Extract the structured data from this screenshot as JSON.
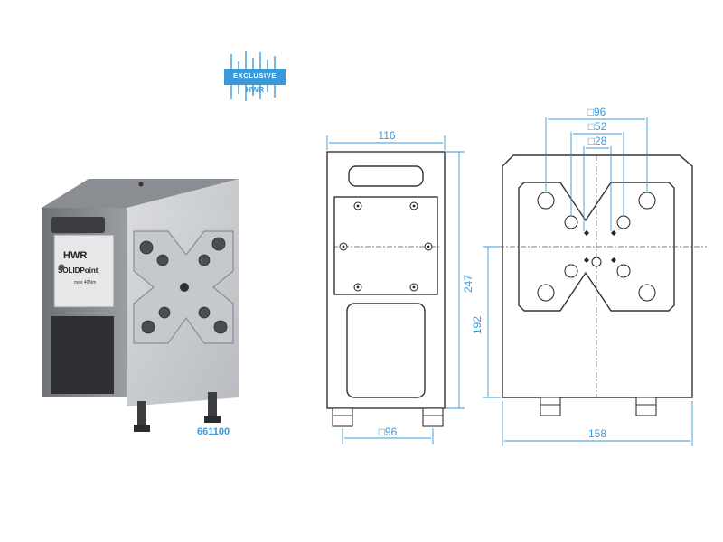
{
  "badge": {
    "line1": "EXCLUSIVE",
    "line2": "HWR",
    "color": "#3a9ad9"
  },
  "product": {
    "brand": "HWR",
    "product_line": "SOLIDPoint",
    "torque_note": "max 40Nm",
    "part_number": "661100"
  },
  "front_view": {
    "width_dim": "116",
    "height_dim": "247",
    "pin_spacing_dim": "□96"
  },
  "side_view": {
    "dim_outer": "□96",
    "dim_middle": "□52",
    "dim_inner": "□28",
    "height_dim": "192",
    "width_dim": "158"
  },
  "colors": {
    "dimension": "#3a9ad9",
    "outline": "#333333",
    "centerline": "#555555"
  }
}
